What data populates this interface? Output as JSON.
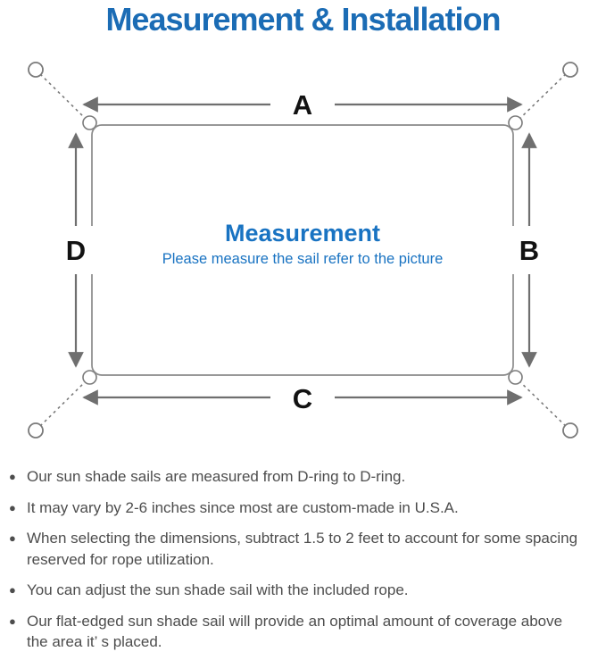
{
  "title": "Measurement & Installation",
  "colors": {
    "accent_blue": "#1b6cb5",
    "center_blue": "#1973c2",
    "line_gray": "#7a7a7a",
    "arrow_gray": "#6f6f6f",
    "text_gray": "#4d4d4d"
  },
  "diagram": {
    "labels": {
      "top": "A",
      "right": "B",
      "bottom": "C",
      "left": "D"
    },
    "center_title": "Measurement",
    "center_subtitle": "Please measure the sail refer to the picture"
  },
  "bullet_glyph": "●",
  "notes": [
    [
      "Our sun shade sails are measured from D-ring to D-ring."
    ],
    [
      "It may vary by 2-6 inches since most are custom-made in U.S.A."
    ],
    [
      "When selecting the dimensions, subtract 1.5 to 2 feet to account for some spacing",
      "reserved for rope utilization."
    ],
    [
      "You can adjust the sun shade sail with the included rope."
    ],
    [
      "Our flat-edged sun shade sail will provide an optimal amount of coverage above",
      "the area it’ s placed."
    ]
  ]
}
